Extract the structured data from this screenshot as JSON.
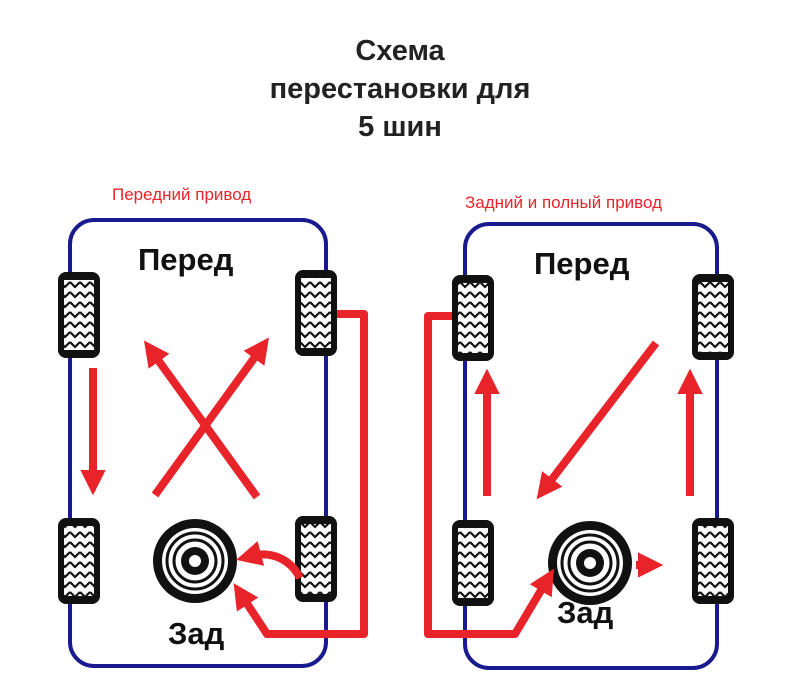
{
  "title": [
    "Схема",
    "перестановки для",
    "5 шин"
  ],
  "left": {
    "caption": "Передний привод",
    "front": "Перед",
    "rear": "Зад"
  },
  "right": {
    "caption": "Задний и полный привод",
    "front": "Перед",
    "rear": "Зад"
  },
  "colors": {
    "frame": "#1a1a8f",
    "arrow": "#e8242a",
    "tire": "#111111",
    "text": "#111111"
  }
}
